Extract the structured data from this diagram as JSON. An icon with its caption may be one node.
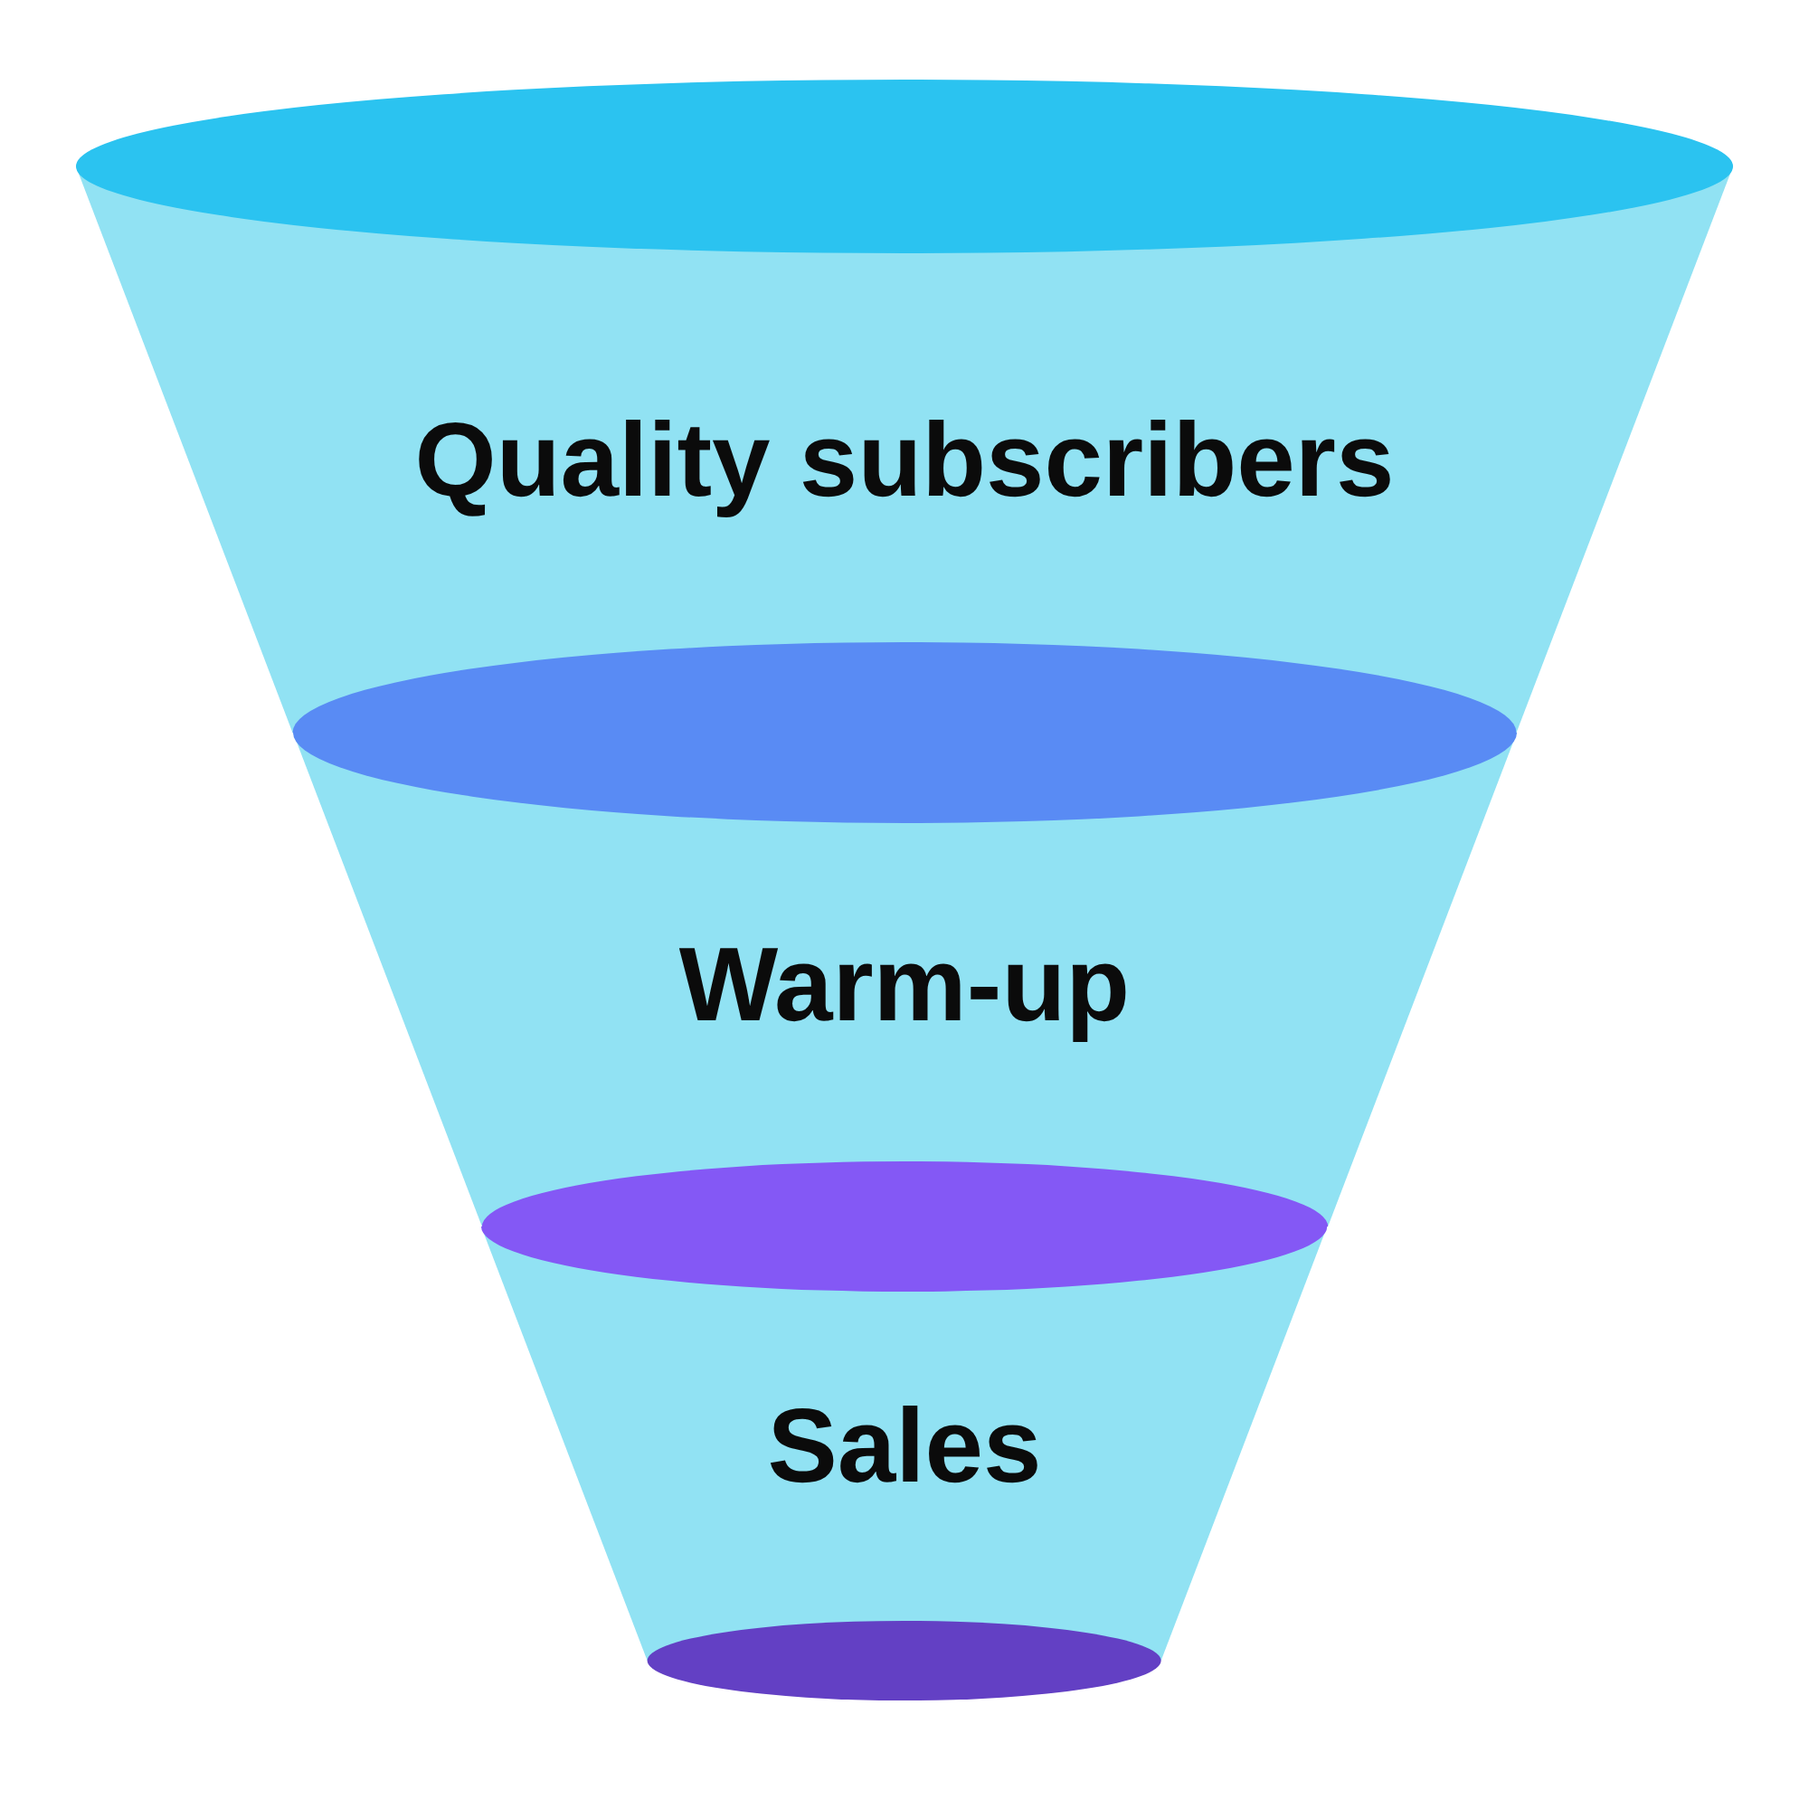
{
  "diagram": {
    "nodes": [
      {
        "text": [
          "Quality subscribers"
        ]
      },
      {
        "text": [
          "Warm-up"
        ]
      },
      {
        "text": [
          "Sales"
        ]
      }
    ]
  }
}
